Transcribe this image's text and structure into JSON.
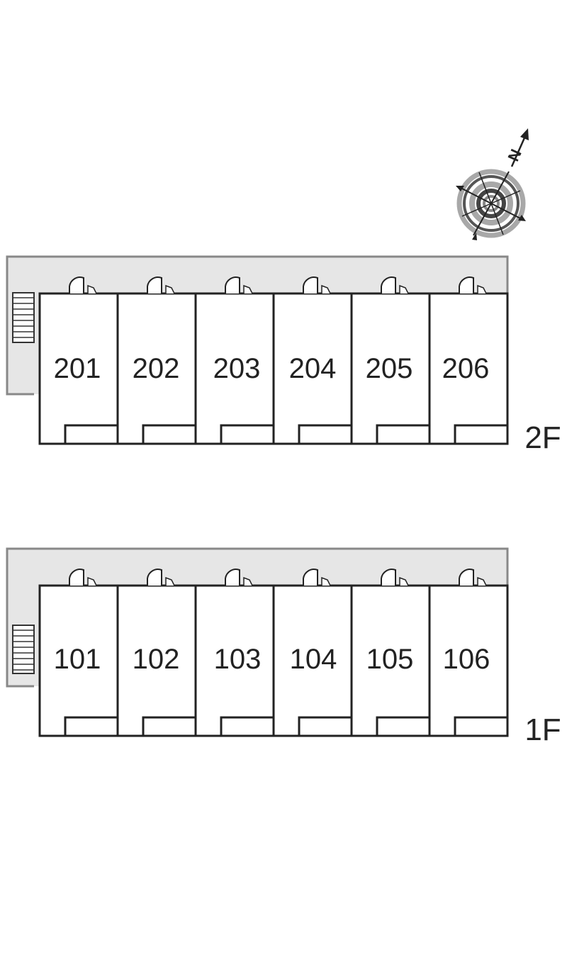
{
  "compass": {
    "north_letter": "N",
    "icon": "compass-rose-icon"
  },
  "floors": [
    {
      "label": "2F",
      "units": [
        "201",
        "202",
        "203",
        "204",
        "205",
        "206"
      ]
    },
    {
      "label": "1F",
      "units": [
        "101",
        "102",
        "103",
        "104",
        "105",
        "106"
      ]
    }
  ],
  "colors": {
    "line": "#222222",
    "corridor": "#e6e6e6",
    "corridor_edge": "#888888",
    "compass_ring_gray": "#a8a8a8",
    "compass_ring_dark": "#555555"
  }
}
